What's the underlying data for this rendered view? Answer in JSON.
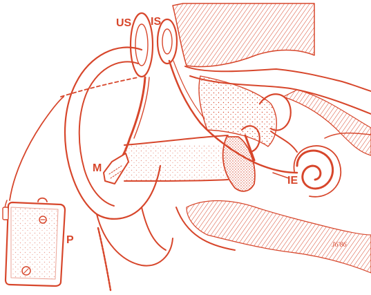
{
  "colors": {
    "ink": "#d7462b",
    "shade": "#e9866f",
    "paper": "#ffffff"
  },
  "labels": {
    "us": "US",
    "is": "IS",
    "m": "M",
    "ie": "IE",
    "p": "P"
  },
  "signature": "J6'86"
}
